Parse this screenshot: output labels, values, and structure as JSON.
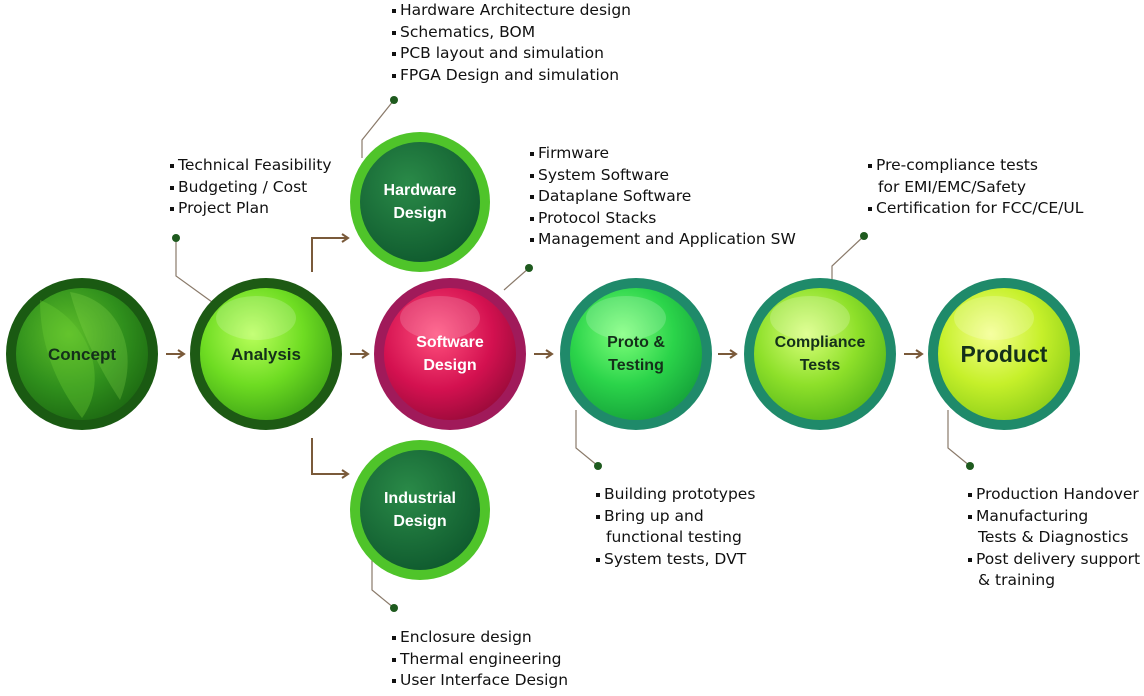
{
  "stages": [
    {
      "id": "concept",
      "label": "Concept"
    },
    {
      "id": "analysis",
      "label": "Analysis"
    },
    {
      "id": "hardware",
      "label": "Hardware\nDesign"
    },
    {
      "id": "software",
      "label": "Software\nDesign"
    },
    {
      "id": "industrial",
      "label": "Industrial\nDesign"
    },
    {
      "id": "proto",
      "label": "Proto &\nTesting"
    },
    {
      "id": "compliance",
      "label": "Compliance\nTests"
    },
    {
      "id": "product",
      "label": "Product"
    }
  ],
  "notes": {
    "analysis": [
      "Technical Feasibility",
      "Budgeting / Cost",
      "Project Plan"
    ],
    "hardware": [
      "Hardware Architecture design",
      "Schematics, BOM",
      "PCB layout  and simulation",
      "FPGA Design and simulation"
    ],
    "software": [
      "Firmware",
      "System Software",
      "Dataplane Software",
      "Protocol Stacks",
      "Management and Application SW"
    ],
    "compliance": [
      [
        "Pre-compliance tests",
        "for EMI/EMC/Safety"
      ],
      "Certification for FCC/CE/UL"
    ],
    "proto": [
      "Building prototypes",
      [
        "Bring up and",
        "functional testing"
      ],
      "System tests, DVT"
    ],
    "product": [
      "Production Handover",
      [
        "Manufacturing",
        "Tests  & Diagnostics"
      ],
      [
        "Post delivery support",
        "& training"
      ]
    ],
    "industrial": [
      "Enclosure design",
      "Thermal engineering",
      "User Interface Design"
    ]
  },
  "colors": {
    "arrow": "#7a5a3a",
    "leader": "#8a7a6a",
    "dot": "#1e5a1e"
  }
}
